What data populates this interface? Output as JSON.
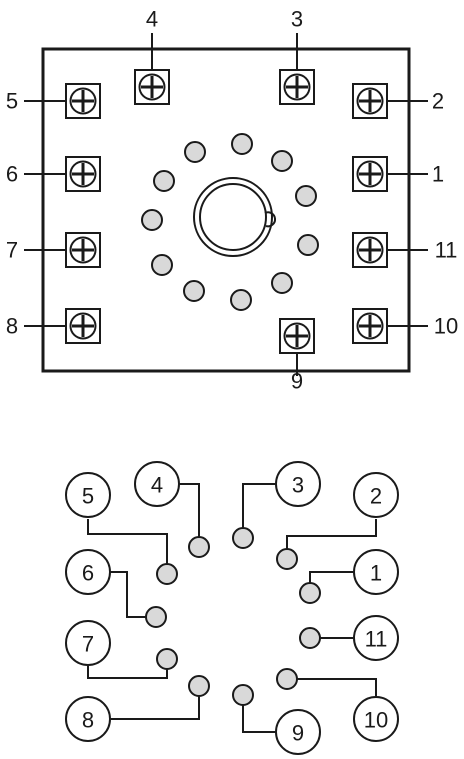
{
  "colors": {
    "stroke": "#1a1a1a",
    "pin_fill": "#d9d9d9",
    "background": "#ffffff"
  },
  "top_view": {
    "screw_terminals": [
      {
        "label": "1"
      },
      {
        "label": "2"
      },
      {
        "label": "3"
      },
      {
        "label": "4"
      },
      {
        "label": "5"
      },
      {
        "label": "6"
      },
      {
        "label": "7"
      },
      {
        "label": "8"
      },
      {
        "label": "9"
      },
      {
        "label": "10"
      },
      {
        "label": "11"
      }
    ],
    "socket_hole_count": 11,
    "center_hub": "keyed-center-hole"
  },
  "pin_diagram": {
    "pins": [
      {
        "label": "1"
      },
      {
        "label": "2"
      },
      {
        "label": "3"
      },
      {
        "label": "4"
      },
      {
        "label": "5"
      },
      {
        "label": "6"
      },
      {
        "label": "7"
      },
      {
        "label": "8"
      },
      {
        "label": "9"
      },
      {
        "label": "10"
      },
      {
        "label": "11"
      }
    ]
  }
}
